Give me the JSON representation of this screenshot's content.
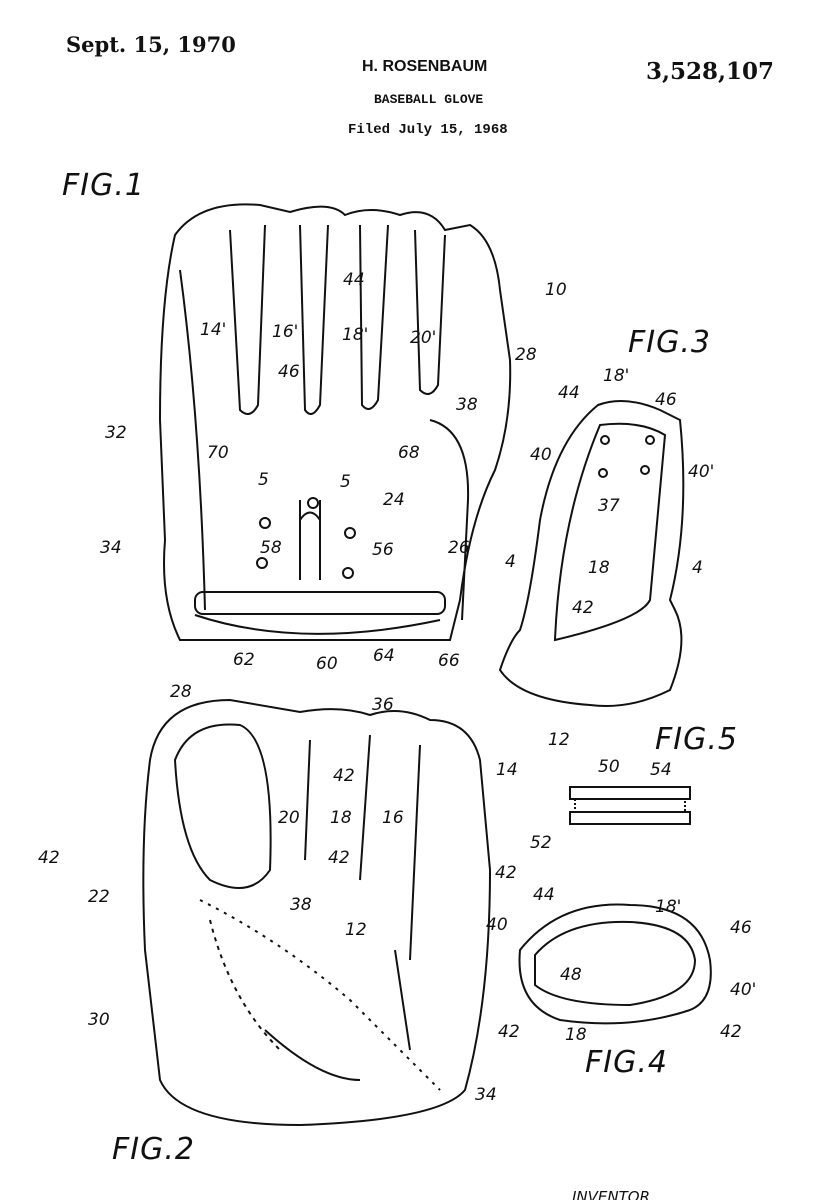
{
  "header": {
    "date": "Sept. 15, 1970",
    "inventor": "H. ROSENBAUM",
    "title": "BASEBALL GLOVE",
    "filed": "Filed July 15, 1968",
    "patent_number": "3,528,107"
  },
  "figures": {
    "fig1": "FIG.1",
    "fig2": "FIG.2",
    "fig3": "FIG.3",
    "fig4": "FIG.4",
    "fig5": "FIG.5"
  },
  "fig1_labels": [
    "10",
    "14'",
    "16'",
    "18'",
    "20'",
    "44",
    "28",
    "46",
    "38",
    "32",
    "70",
    "5",
    "5",
    "68",
    "24",
    "34",
    "58",
    "56",
    "26",
    "62",
    "60",
    "64",
    "66"
  ],
  "fig3_labels": [
    "44",
    "18'",
    "46",
    "40",
    "40'",
    "37",
    "4",
    "4",
    "18",
    "42",
    "12"
  ],
  "fig5_labels": [
    "50",
    "54",
    "52"
  ],
  "fig2_labels": [
    "28",
    "36",
    "42",
    "14",
    "20",
    "18",
    "16",
    "42",
    "42",
    "42",
    "22",
    "38",
    "12",
    "30",
    "34"
  ],
  "fig4_labels": [
    "44",
    "18'",
    "40",
    "46",
    "48",
    "40'",
    "42",
    "18",
    "42"
  ],
  "footer": {
    "inventor_label": "INVENTOR"
  }
}
